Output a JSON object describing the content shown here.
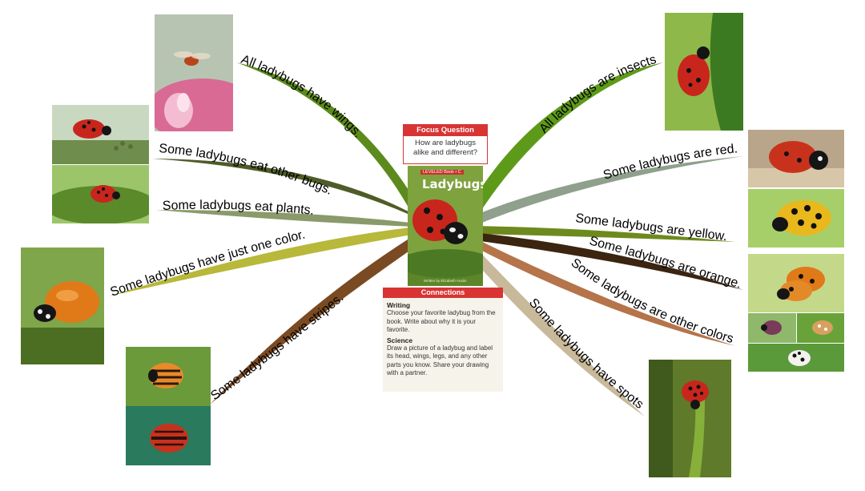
{
  "focus_question": {
    "header": "Focus Question",
    "question": "How are ladybugs alike and different?"
  },
  "book": {
    "series": "LEVELED Book • C",
    "title": "Ladybugs",
    "author": "Written by Elizabeth Austin"
  },
  "connections": {
    "header": "Connections",
    "writing_heading": "Writing",
    "writing_text": "Choose your favorite ladybug from the book. Write about why it is your favorite.",
    "science_heading": "Science",
    "science_text": "Draw a picture of a ladybug and label its head, wings, legs, and any other parts you know. Share your drawing with a partner."
  },
  "branches": [
    {
      "text": "All ladybugs have wings.",
      "color": "#5c8a1c"
    },
    {
      "text": "Some ladybugs eat other bugs.",
      "color": "#4f5c28"
    },
    {
      "text": "Some ladybugs eat plants.",
      "color": "#8a9a6a"
    },
    {
      "text": "Some ladybugs have just one color.",
      "color": "#b8b83a"
    },
    {
      "text": "Some ladybugs have stripes.",
      "color": "#7a4a22"
    },
    {
      "text": "All ladybugs are insects.",
      "color": "#5e9a1a"
    },
    {
      "text": "Some ladybugs are red.",
      "color": "#8fa08c"
    },
    {
      "text": "Some ladybugs are yellow.",
      "color": "#6e8a1e"
    },
    {
      "text": "Some ladybugs are orange.",
      "color": "#3b2410"
    },
    {
      "text": "Some ladybugs are other colors.",
      "color": "#b5744a"
    },
    {
      "text": "Some ladybugs have spots.",
      "color": "#c8b99a"
    }
  ],
  "colors": {
    "ladybug_red": "#c8261c",
    "ladybug_orange": "#e07a18",
    "ladybug_yellow": "#e8b81c",
    "leaf_green": "#5a9a2a",
    "card_red": "#d83434"
  }
}
